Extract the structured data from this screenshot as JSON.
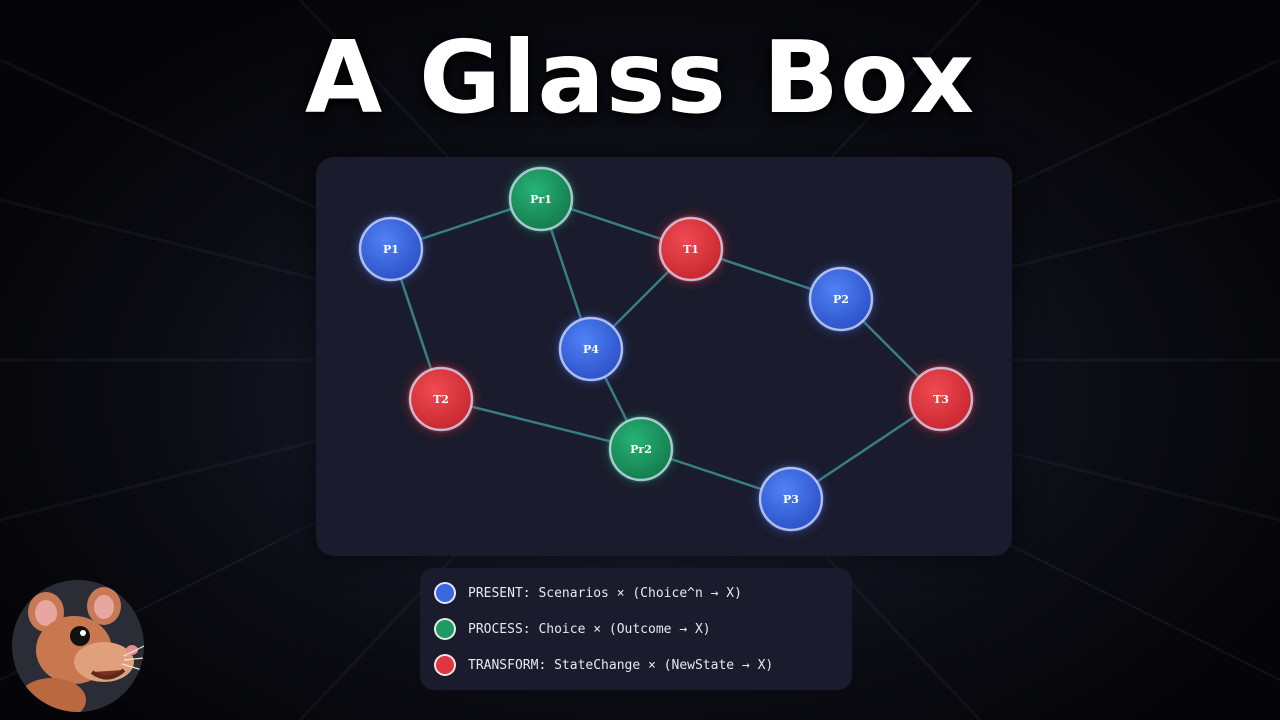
{
  "title": "A Glass Box",
  "colors": {
    "present": "#3a66e0",
    "process": "#1f9a63",
    "transform": "#e0363f",
    "edge": "#3f8f93",
    "panel": "#1a1b2c"
  },
  "nodes": [
    {
      "id": "P1",
      "label": "P1",
      "kind": "present"
    },
    {
      "id": "Pr1",
      "label": "Pr1",
      "kind": "process"
    },
    {
      "id": "T1",
      "label": "T1",
      "kind": "transform"
    },
    {
      "id": "P2",
      "label": "P2",
      "kind": "present"
    },
    {
      "id": "P4",
      "label": "P4",
      "kind": "present"
    },
    {
      "id": "T2",
      "label": "T2",
      "kind": "transform"
    },
    {
      "id": "T3",
      "label": "T3",
      "kind": "transform"
    },
    {
      "id": "Pr2",
      "label": "Pr2",
      "kind": "process"
    },
    {
      "id": "P3",
      "label": "P3",
      "kind": "present"
    }
  ],
  "edges": [
    [
      "P1",
      "Pr1"
    ],
    [
      "Pr1",
      "T1"
    ],
    [
      "T1",
      "P2"
    ],
    [
      "Pr1",
      "P4"
    ],
    [
      "T1",
      "P4"
    ],
    [
      "P1",
      "T2"
    ],
    [
      "P4",
      "Pr2"
    ],
    [
      "T2",
      "Pr2"
    ],
    [
      "Pr2",
      "P3"
    ],
    [
      "P2",
      "T3"
    ],
    [
      "T3",
      "P3"
    ]
  ],
  "legend": {
    "present": "PRESENT: Scenarios × (Choice^n → X)",
    "process": "PROCESS: Choice × (Outcome → X)",
    "transform": "TRANSFORM: StateChange × (NewState → X)"
  },
  "avatar_icon": "rat-mascot-icon"
}
